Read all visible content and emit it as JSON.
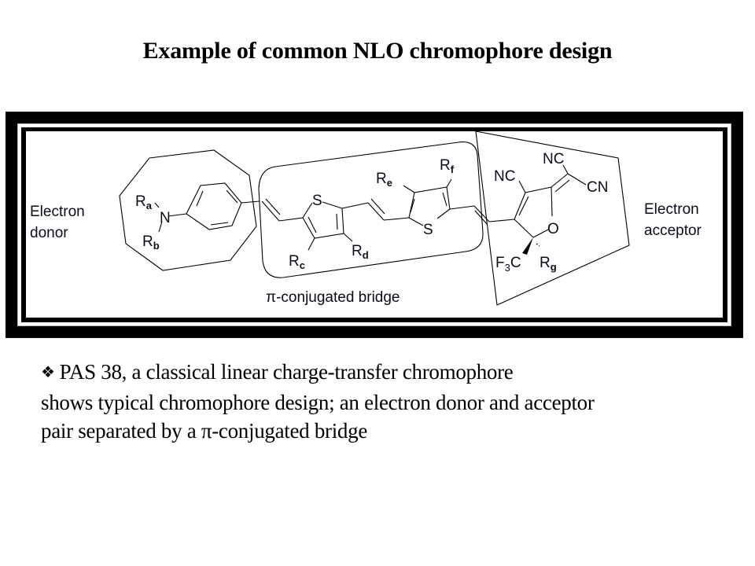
{
  "slide": {
    "title": "Example of common NLO chromophore design"
  },
  "diagram": {
    "donor_label_line1": "Electron",
    "donor_label_line2": "donor",
    "acceptor_label_line1": "Electron",
    "acceptor_label_line2": "acceptor",
    "bridge_label": "π-conjugated bridge",
    "atoms": {
      "N": "N",
      "S1": "S",
      "S2": "S",
      "O": "O",
      "NC_top": "NC",
      "NC_left": "NC",
      "CN": "CN",
      "F3C_F": "F",
      "F3C_3": "3",
      "F3C_C": "C"
    },
    "substituents": [
      {
        "base": "R",
        "sub": "a"
      },
      {
        "base": "R",
        "sub": "b"
      },
      {
        "base": "R",
        "sub": "c"
      },
      {
        "base": "R",
        "sub": "d"
      },
      {
        "base": "R",
        "sub": "e"
      },
      {
        "base": "R",
        "sub": "f"
      },
      {
        "base": "R",
        "sub": "g"
      }
    ]
  },
  "body": {
    "bullet_icon": "❖",
    "line1": "PAS 38, a classical linear charge-transfer chromophore",
    "line2": "shows typical chromophore design; an electron donor and acceptor",
    "line3": "pair separated by a π-conjugated bridge"
  }
}
